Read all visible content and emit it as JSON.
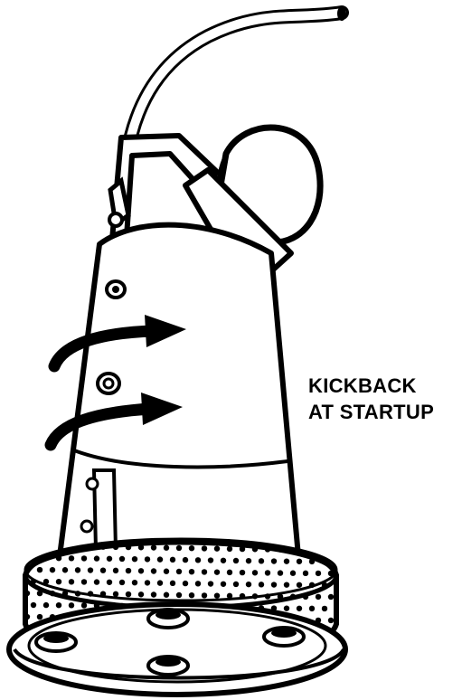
{
  "annotation": {
    "line1": "KICKBACK",
    "line2": "AT STARTUP"
  },
  "colors": {
    "ink": "#000000",
    "paper": "#ffffff"
  },
  "icons": [
    "power-cord",
    "float-switch",
    "rotation-arrow",
    "intake-screen"
  ]
}
